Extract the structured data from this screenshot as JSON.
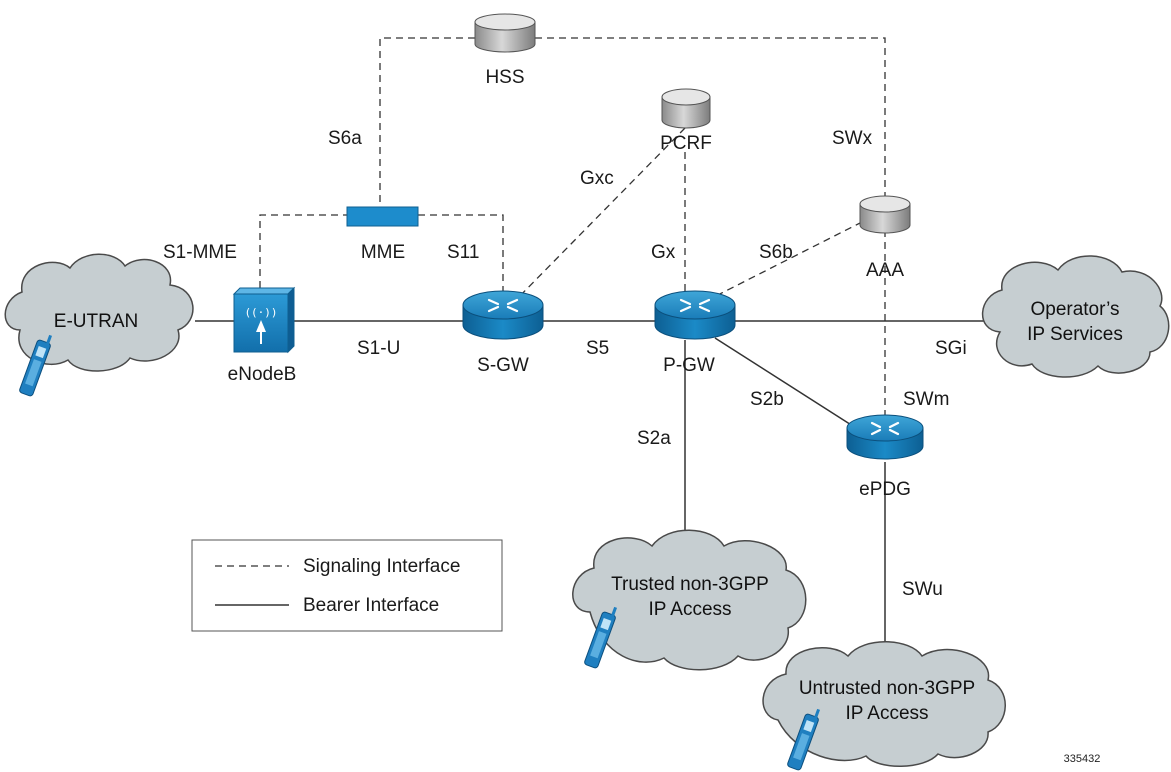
{
  "nodes": {
    "hss": "HSS",
    "pcrf": "PCRF",
    "aaa": "AAA",
    "mme": "MME",
    "enodeb": "eNodeB",
    "sgw": "S-GW",
    "pgw": "P-GW",
    "epdg": "ePDG"
  },
  "clouds": {
    "eutran": "E-UTRAN",
    "operator_line1": "Operator’s",
    "operator_line2": "IP Services",
    "trusted_line1": "Trusted non-3GPP",
    "trusted_line2": "IP Access",
    "untrusted_line1": "Untrusted non-3GPP",
    "untrusted_line2": "IP Access"
  },
  "interfaces": {
    "s6a": "S6a",
    "swx": "SWx",
    "gxc": "Gxc",
    "s1_mme": "S1-MME",
    "s11": "S11",
    "gx": "Gx",
    "s6b": "S6b",
    "s1_u": "S1-U",
    "s5": "S5",
    "sgi": "SGi",
    "s2b": "S2b",
    "swm": "SWm",
    "s2a": "S2a",
    "swu": "SWu"
  },
  "legend": {
    "signaling": "Signaling Interface",
    "bearer": "Bearer Interface"
  },
  "figure_id": "335432"
}
